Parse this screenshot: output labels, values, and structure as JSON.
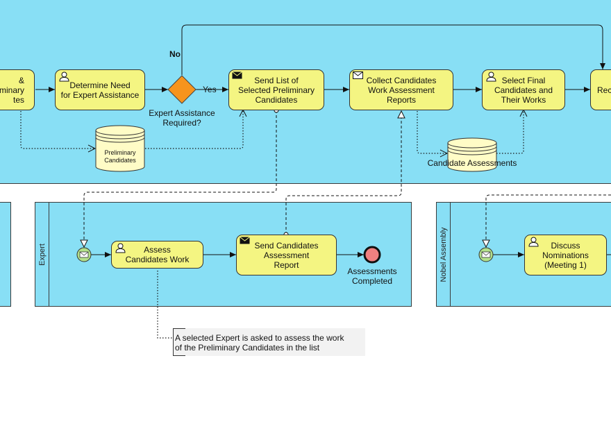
{
  "lanes": {
    "expert": "Expert",
    "nobel_assembly": "Nobel Assembly"
  },
  "tasks": {
    "partial_left": "&\nminary\ntes",
    "determine_need": "Determine Need\nfor Expert Assistance",
    "send_list": "Send List of\nSelected Preliminary\nCandidates",
    "collect_reports": "Collect Candidates\nWork Assessment\nReports",
    "select_final": "Select Final\nCandidates and\nTheir Works",
    "partial_right": "Rec",
    "assess_work": "Assess\nCandidates Work",
    "send_report": "Send Candidates\nAssessment\nReport",
    "discuss_nominations": "Discuss\nNominations\n(Meeting 1)"
  },
  "gateway": {
    "label": "Expert Assistance\nRequired?",
    "yes": "Yes",
    "no": "No"
  },
  "data_stores": {
    "preliminary": "Preliminary\nCandidates",
    "assessments": "Candidate Assessments"
  },
  "events": {
    "assessments_completed": "Assessments\nCompleted"
  },
  "annotation": "A selected Expert is asked to assess the work\nof the Preliminary Candidates in the list",
  "colors": {
    "pool": "#88dff5",
    "task": "#f4f582",
    "gateway": "#f7941d",
    "start_event": "#b2e08a",
    "end_event": "#f08080"
  }
}
